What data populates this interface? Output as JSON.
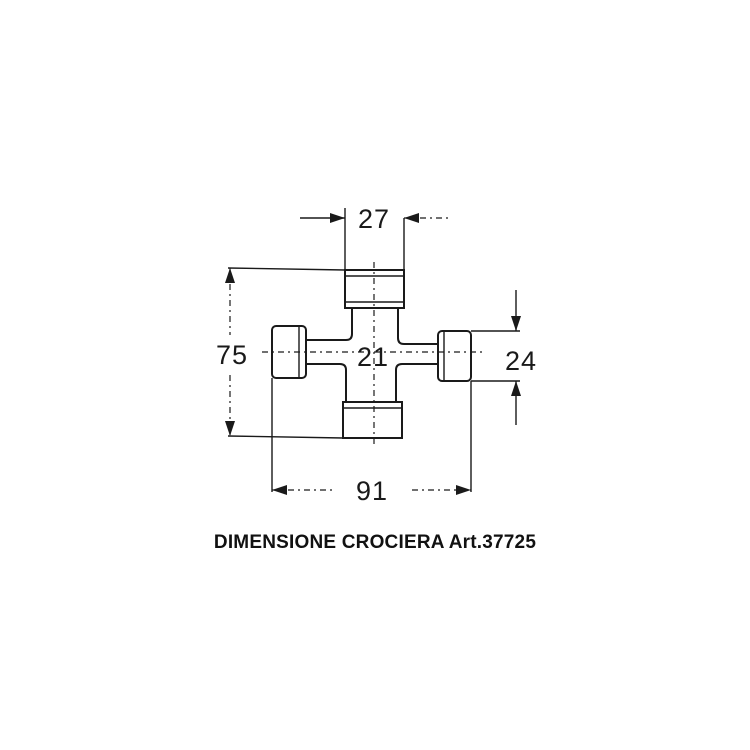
{
  "dimensions": {
    "top_width": "27",
    "overall_height": "75",
    "center_diameter": "21",
    "right_height": "24",
    "overall_width": "91"
  },
  "caption": "DIMENSIONE CROCIERA Art.37725"
}
